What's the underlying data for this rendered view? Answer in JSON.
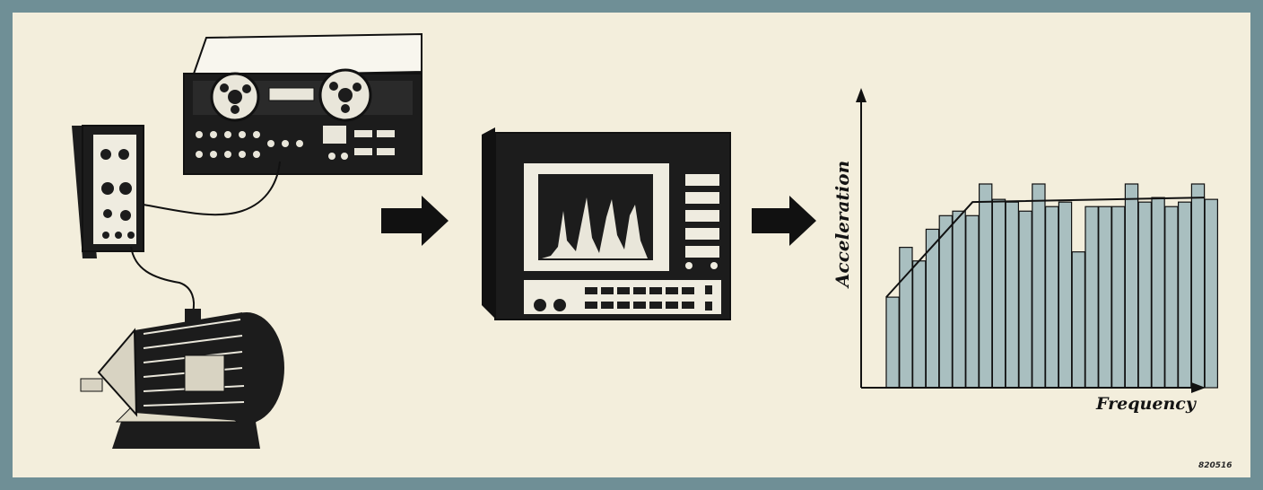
{
  "chart_data": {
    "type": "bar",
    "xlabel": "Frequency",
    "ylabel": "Acceleration",
    "ylim": [
      0,
      230
    ],
    "values": [
      100,
      155,
      140,
      175,
      190,
      195,
      190,
      225,
      208,
      205,
      195,
      225,
      200,
      205,
      150,
      200,
      200,
      200,
      225,
      205,
      210,
      200,
      205,
      225,
      208
    ],
    "trend": [
      [
        0,
        100
      ],
      [
        6.5,
        205
      ],
      [
        24,
        210
      ]
    ]
  },
  "figure_code": "820516",
  "colors": {
    "frame": "#6f8f96",
    "paper": "#f3eedc",
    "bar": "#a9bfc0",
    "ink": "#141414"
  }
}
